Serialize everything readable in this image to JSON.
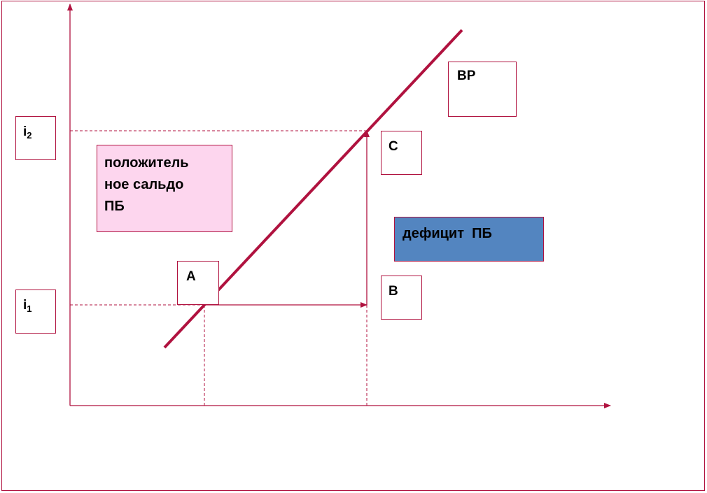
{
  "labels": {
    "i2_base": "i",
    "i2_sub": "2",
    "i1_base": "i",
    "i1_sub": "1",
    "curve": "BP",
    "point_c": "C",
    "point_b": "B",
    "point_a": "A",
    "positive_line1": "положитель",
    "positive_line2": "ное сальдо",
    "positive_line3": "ПБ",
    "deficit": "дефицит  ПБ"
  },
  "colors": {
    "line": "#b0123f",
    "positive_fill": "#fdd6ee",
    "deficit_fill": "#5385c0",
    "text": "#000000"
  }
}
